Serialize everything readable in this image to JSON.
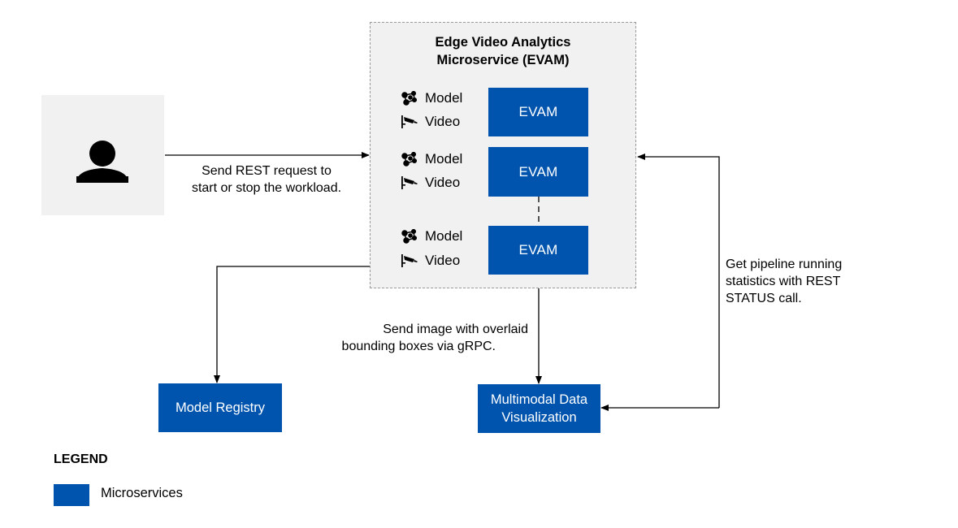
{
  "diagram": {
    "group": {
      "title_line1": "Edge Video Analytics",
      "title_line2": "Microservice (EVAM)",
      "instances": [
        {
          "label": "EVAM",
          "inputs": [
            {
              "icon": "model-network-icon",
              "label": "Model"
            },
            {
              "icon": "video-camera-icon",
              "label": "Video"
            }
          ]
        },
        {
          "label": "EVAM",
          "inputs": [
            {
              "icon": "model-network-icon",
              "label": "Model"
            },
            {
              "icon": "video-camera-icon",
              "label": "Video"
            }
          ]
        },
        {
          "label": "EVAM",
          "inputs": [
            {
              "icon": "model-network-icon",
              "label": "Model"
            },
            {
              "icon": "video-camera-icon",
              "label": "Video"
            }
          ]
        }
      ]
    },
    "actor": {
      "icon": "user-icon"
    },
    "services": {
      "model_registry": "Model Registry",
      "visualization_line1": "Multimodal Data",
      "visualization_line2": "Visualization"
    },
    "edges": {
      "rest_request_line1": "Send REST request to",
      "rest_request_line2": "start or stop the workload.",
      "grpc_line1": "Send image with overlaid",
      "grpc_line2": "bounding boxes via gRPC.",
      "status_line1": "Get pipeline running",
      "status_line2": "statistics with REST",
      "status_line3": "STATUS call."
    },
    "legend": {
      "title": "LEGEND",
      "items": [
        {
          "label": "Microservices",
          "color": "#0054ae"
        }
      ]
    },
    "colors": {
      "microservice": "#0054ae",
      "group_bg": "#f1f1f1",
      "border": "#9a9a9a"
    }
  }
}
